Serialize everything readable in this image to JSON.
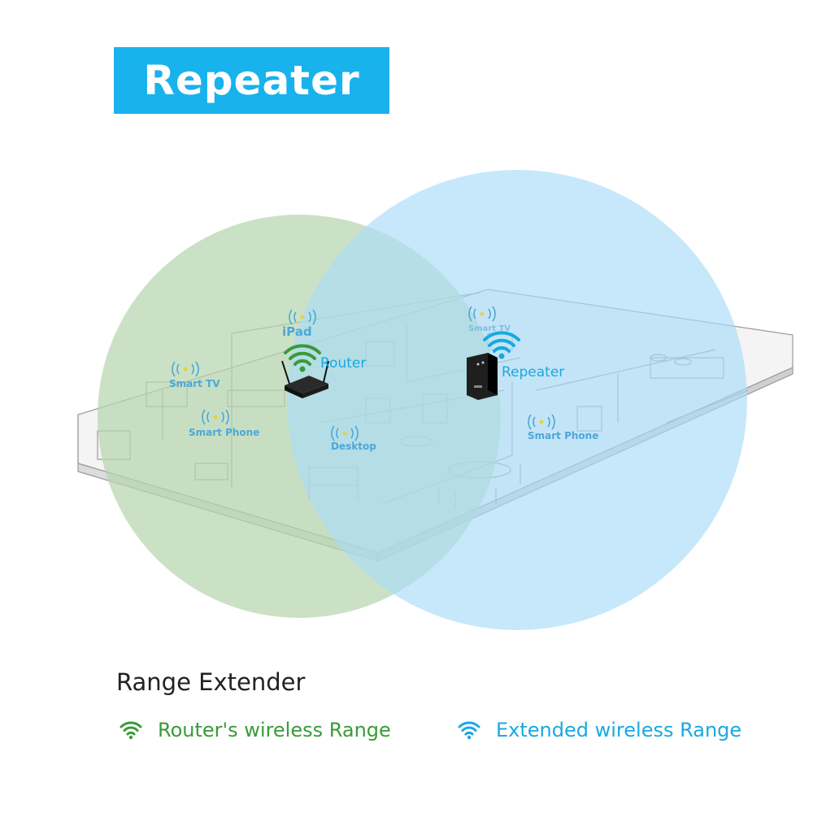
{
  "title": "Repeater",
  "colors": {
    "banner": "#18b2ec",
    "router_range": "#b7d6b0",
    "extended_range": "#a9dcf7",
    "router_text": "#3a9a3a",
    "repeater_text": "#19a9e1",
    "device_label": "#4ba8d8"
  },
  "devices": {
    "ipad": "iPad",
    "smart_tv_left": "Smart TV",
    "smart_phone_left": "Smart Phone",
    "router": "Router",
    "desktop": "Desktop",
    "smart_tv_right": "Smart TV",
    "repeater": "Repeater",
    "smart_phone_right": "Smart Phone"
  },
  "range_title": "Range Extender",
  "legend": {
    "router_range": {
      "label": "Router's wireless Range",
      "icon": "wifi-icon",
      "color": "#3a9a3a"
    },
    "extended_range": {
      "label": "Extended wireless Range",
      "icon": "wifi-icon",
      "color": "#19a9e1"
    }
  }
}
